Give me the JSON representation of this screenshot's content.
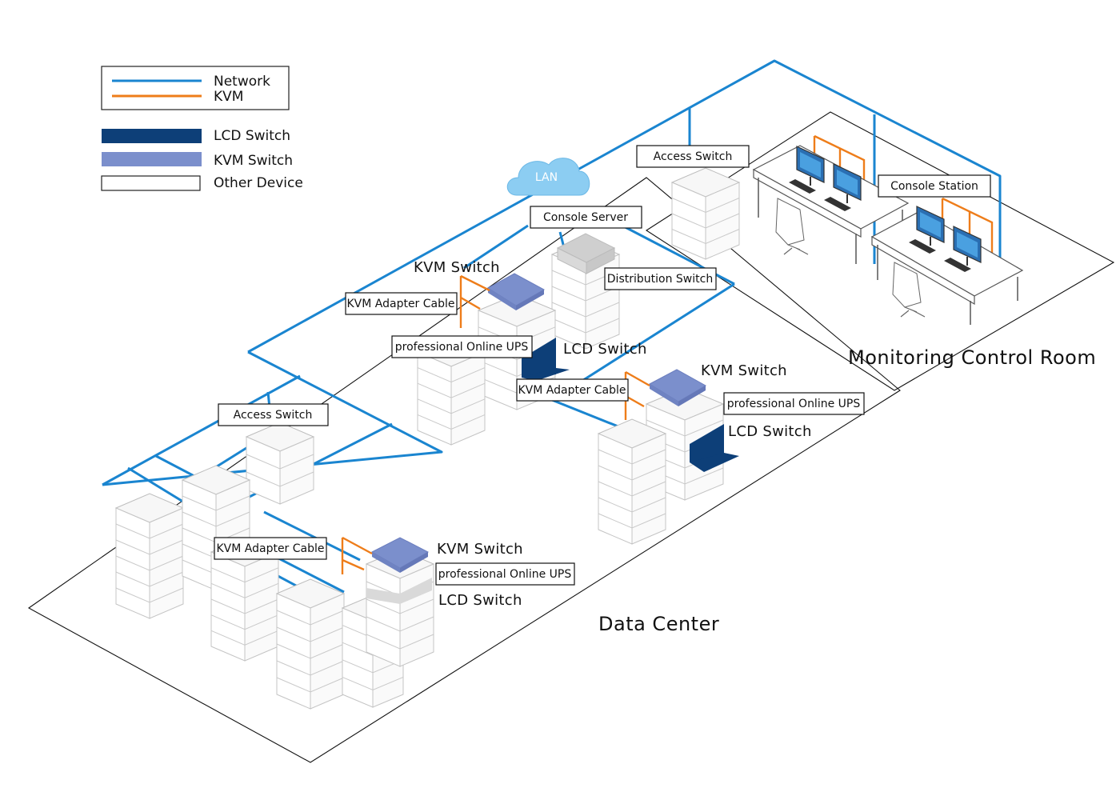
{
  "legend": {
    "network": "Network",
    "kvm": "KVM",
    "lcd_switch": "LCD Switch",
    "kvm_switch": "KVM Switch",
    "other_device": "Other Device",
    "colors": {
      "network": "#1a85d0",
      "kvm": "#ee7d1a",
      "lcd_switch": "#0d3f78",
      "kvm_switch": "#7b8fcc",
      "other_device": "#ffffff"
    }
  },
  "zones": {
    "data_center": "Data Center",
    "control_room": "Monitoring Control Room"
  },
  "cloud": {
    "label": "LAN"
  },
  "labels": {
    "access_switch_top": "Access Switch",
    "console_station": "Console Station",
    "console_server": "Console Server",
    "distribution_switch": "Distribution Switch",
    "access_switch_left": "Access Switch",
    "kvm_adapter_cable_1": "KVM Adapter Cable",
    "kvm_adapter_cable_2": "KVM Adapter Cable",
    "kvm_adapter_cable_3": "KVM Adapter Cable",
    "ups_1": "professional Online UPS",
    "ups_2": "professional Online UPS",
    "ups_3": "professional Online UPS",
    "kvm_switch_1": "KVM Switch",
    "kvm_switch_2": "KVM Switch",
    "kvm_switch_3": "KVM Switch",
    "lcd_switch_1": "LCD Switch",
    "lcd_switch_2": "LCD Switch",
    "lcd_switch_3": "LCD Switch"
  }
}
